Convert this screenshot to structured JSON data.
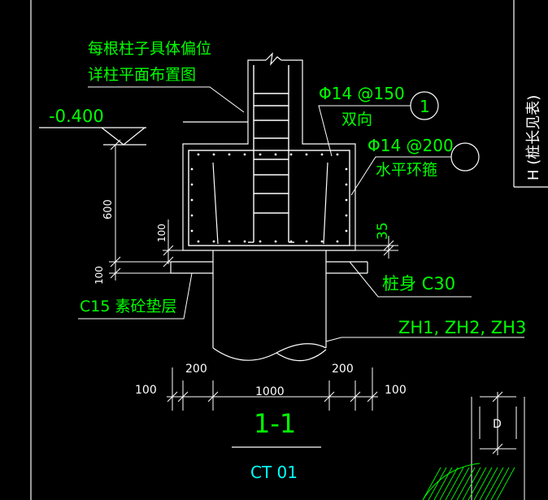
{
  "labels": {
    "column_note_line1": "每根柱子具体偏位",
    "column_note_line2": "详柱平面布置图",
    "elevation": "-0.400",
    "rebar_top": "Φ14 @150",
    "rebar_top_note": "双向",
    "rebar_ring": "Φ14 @200",
    "rebar_ring_note": "水平环箍",
    "callout_1": "1",
    "cover_dim": "35",
    "pile_body": "桩身 C30",
    "cushion": "C15 素砼垫层",
    "pile_ids": "ZH1, ZH2, ZH3",
    "section_title": "1-1",
    "drawing_code": "CT 01",
    "side_note": "H (桩长见表)",
    "right_label": "D"
  },
  "dimensions": {
    "cap_height": "600",
    "embed": "100",
    "cushion_thk": "100",
    "side_200_left": "200",
    "side_200_right": "200",
    "pile_width": "1000",
    "outer_100_left": "100",
    "outer_100_right": "100"
  },
  "colors": {
    "background": "#000000",
    "white": "#ffffff",
    "green": "#00ff00",
    "cyan": "#00ffff"
  }
}
